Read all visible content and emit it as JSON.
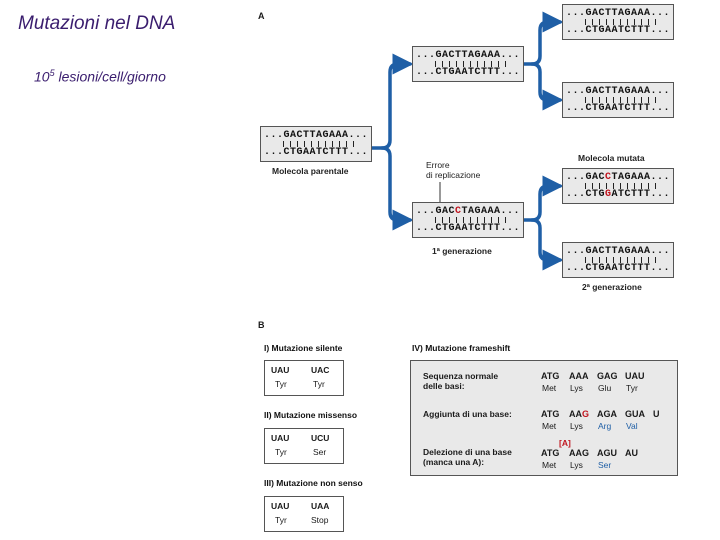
{
  "title": "Mutazioni nel DNA",
  "lesion_rate": {
    "base": "10",
    "exp": "5",
    "text": " lesioni/cell/giorno"
  },
  "panel_a": {
    "letter": "A",
    "parental": {
      "top": "...GACTTAGAAA...",
      "bottom": "...CTGAATCTTT...",
      "caption": "Molecola parentale"
    },
    "gen1_normal": {
      "top": "...GACTTAGAAA...",
      "bottom": "...CTGAATCTTT..."
    },
    "gen1_error": {
      "top_pre": "...GAC",
      "top_mut": "C",
      "top_post": "TAGAAA...",
      "bottom": "...CTGAATCTTT..."
    },
    "error_label": "Errore\ndi replicazione",
    "gen1_label": "1ª generazione",
    "gen2_a": {
      "top": "...GACTTAGAAA...",
      "bottom": "...CTGAATCTTT..."
    },
    "gen2_b": {
      "top": "...GACTTAGAAA...",
      "bottom": "...CTGAATCTTT..."
    },
    "mutant_label": "Molecola mutata",
    "gen2_mut": {
      "top_pre": "...GAC",
      "top_mut": "C",
      "top_post": "TAGAAA...",
      "bottom_pre": "...CTG",
      "bottom_mut": "G",
      "bottom_post": "ATCTTT..."
    },
    "gen2_c": {
      "top": "...GACTTAGAAA...",
      "bottom": "...CTGAATCTTT..."
    },
    "gen2_label": "2ª generazione"
  },
  "panel_b": {
    "letter": "B",
    "silent": {
      "title": "I) Mutazione silente",
      "from": "UAU",
      "to": "UAC",
      "aa_from": "Tyr",
      "aa_to": "Tyr"
    },
    "missense": {
      "title": "II) Mutazione missenso",
      "from": "UAU",
      "to": "UCU",
      "aa_from": "Tyr",
      "aa_to": "Ser"
    },
    "nonsense": {
      "title": "III) Mutazione non senso",
      "from": "UAU",
      "to": "UAA",
      "aa_from": "Tyr",
      "aa_to": "Stop"
    },
    "frameshift": {
      "title": "IV) Mutazione frameshift",
      "normal_label": "Sequenza normale\ndelle basi:",
      "normal_codons": [
        "ATG",
        "AAA",
        "GAG",
        "UAU"
      ],
      "normal_aa": [
        "Met",
        "Lys",
        "Glu",
        "Tyr"
      ],
      "insert_label": "Aggiunta di una base:",
      "insert_codons": [
        "ATG",
        "AA",
        "G",
        "AGA",
        "GUA",
        "U"
      ],
      "insert_aa": [
        "Met",
        "Lys",
        "Arg",
        "Val"
      ],
      "deleted_base": "[A]",
      "delete_label": "Delezione di una base\n(manca una A):",
      "delete_codons": [
        "ATG",
        "AAG",
        "AGU",
        "AU"
      ],
      "delete_aa": [
        "Met",
        "Lys",
        "Ser"
      ]
    }
  },
  "colors": {
    "title": "#3a1d6e",
    "arrow": "#1f5fa6",
    "mutation": "#c0141e"
  }
}
